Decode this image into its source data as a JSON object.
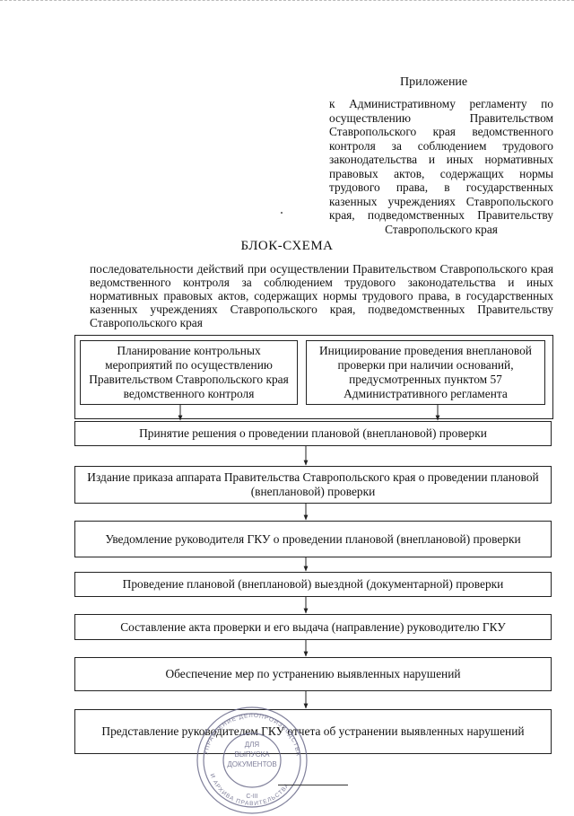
{
  "appendix": {
    "title": "Приложение",
    "text": "к Административному регламенту по осуществлению Правительством Ставропольского края ведомственного контроля за соблюдением трудового законодательства и иных нормативных правовых актов, содержащих нормы трудового права, в государственных казенных учреждениях Ставропольского края, подведомственных Правительству Ставропольского края"
  },
  "scheme": {
    "title": "БЛОК-СХЕМА",
    "subtitle": "последовательности действий при осуществлении Правительством Ставропольского края ведомственного контроля за соблюдением трудового законодательства и иных нормативных правовых актов, содержащих нормы трудового права, в государственных казенных учреждениях Ставропольского края, подведомственных Правительству  Ставропольского края"
  },
  "steps": {
    "planning": "Планирование контрольных мероприятий по осуществлению Правительством Ставропольского края ведомственного контроля",
    "initiation": "Инициирование проведения внеплановой проверки при наличии оснований, предусмотренных пунктом 57 Административного регламента",
    "decision": "Принятие решения о проведении плановой (внеплановой) проверки",
    "order": "Издание приказа аппарата Правительства Ставропольского края о проведении плановой (внеплановой) проверки",
    "notification": "Уведомление руководителя ГКУ о проведении плановой (внеплановой) проверки",
    "conduct": "Проведение плановой (внеплановой) выездной (документарной) проверки",
    "act": "Составление акта проверки и его выдача (направление) руководителю ГКУ",
    "measures": "Обеспечение мер по устранению выявленных нарушений",
    "report": "Представление руководителем ГКУ отчета об устранении выявленных нарушений"
  },
  "stamp": {
    "center_text": "ДЛЯ ВЫПУСКА ДОКУМЕНТОВ",
    "number": "С-III"
  }
}
